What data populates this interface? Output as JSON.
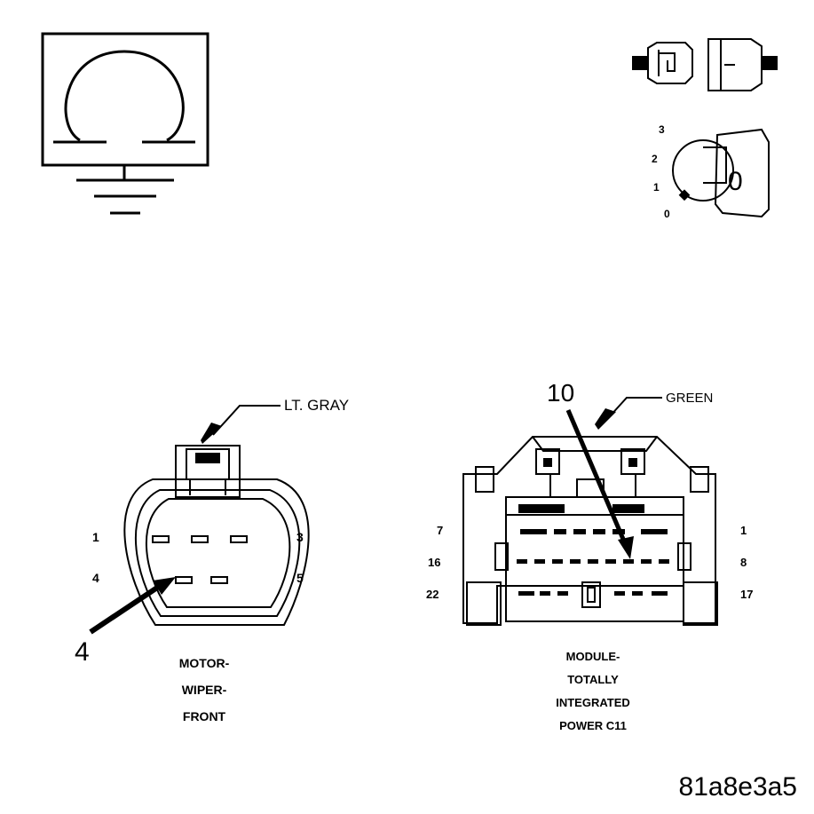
{
  "ignition_key": {
    "positions": [
      "3",
      "2",
      "1",
      "0"
    ],
    "key_label": "0"
  },
  "wiper_connector": {
    "color_label": "LT. GRAY",
    "pin_labels": {
      "top_left": "1",
      "top_right": "3",
      "bottom_left": "4",
      "bottom_right": "5"
    },
    "callout": "4",
    "name_lines": [
      "MOTOR-",
      "WIPER-",
      "FRONT"
    ]
  },
  "tipm_connector": {
    "color_label": "GREEN",
    "callout": "10",
    "pin_labels": {
      "row1_left": "7",
      "row1_right": "1",
      "row2_left": "16",
      "row2_right": "8",
      "row3_left": "22",
      "row3_right": "17"
    },
    "name_lines": [
      "MODULE-",
      "TOTALLY",
      "INTEGRATED",
      "POWER C11"
    ]
  },
  "figure_id": "81a8e3a5"
}
